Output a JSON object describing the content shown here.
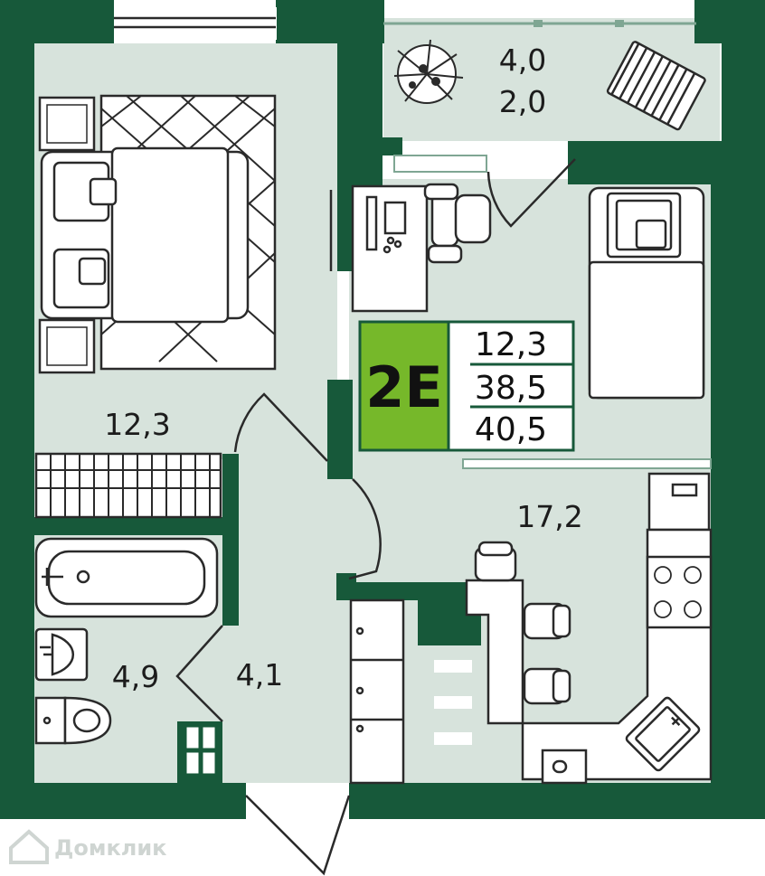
{
  "apartment": {
    "code": "2E",
    "areas": [
      "12,3",
      "38,5",
      "40,5"
    ]
  },
  "rooms": {
    "bedroom": "12,3",
    "bathroom": "4,9",
    "hallway": "4,1",
    "kitchen_living": "17,2",
    "balcony_full": "4,0",
    "balcony_reduced": "2,0"
  },
  "watermark": "Домклик",
  "colors": {
    "wall": "#17593a",
    "floor": "#d7e3dc",
    "badge_accent": "#76b82a"
  }
}
